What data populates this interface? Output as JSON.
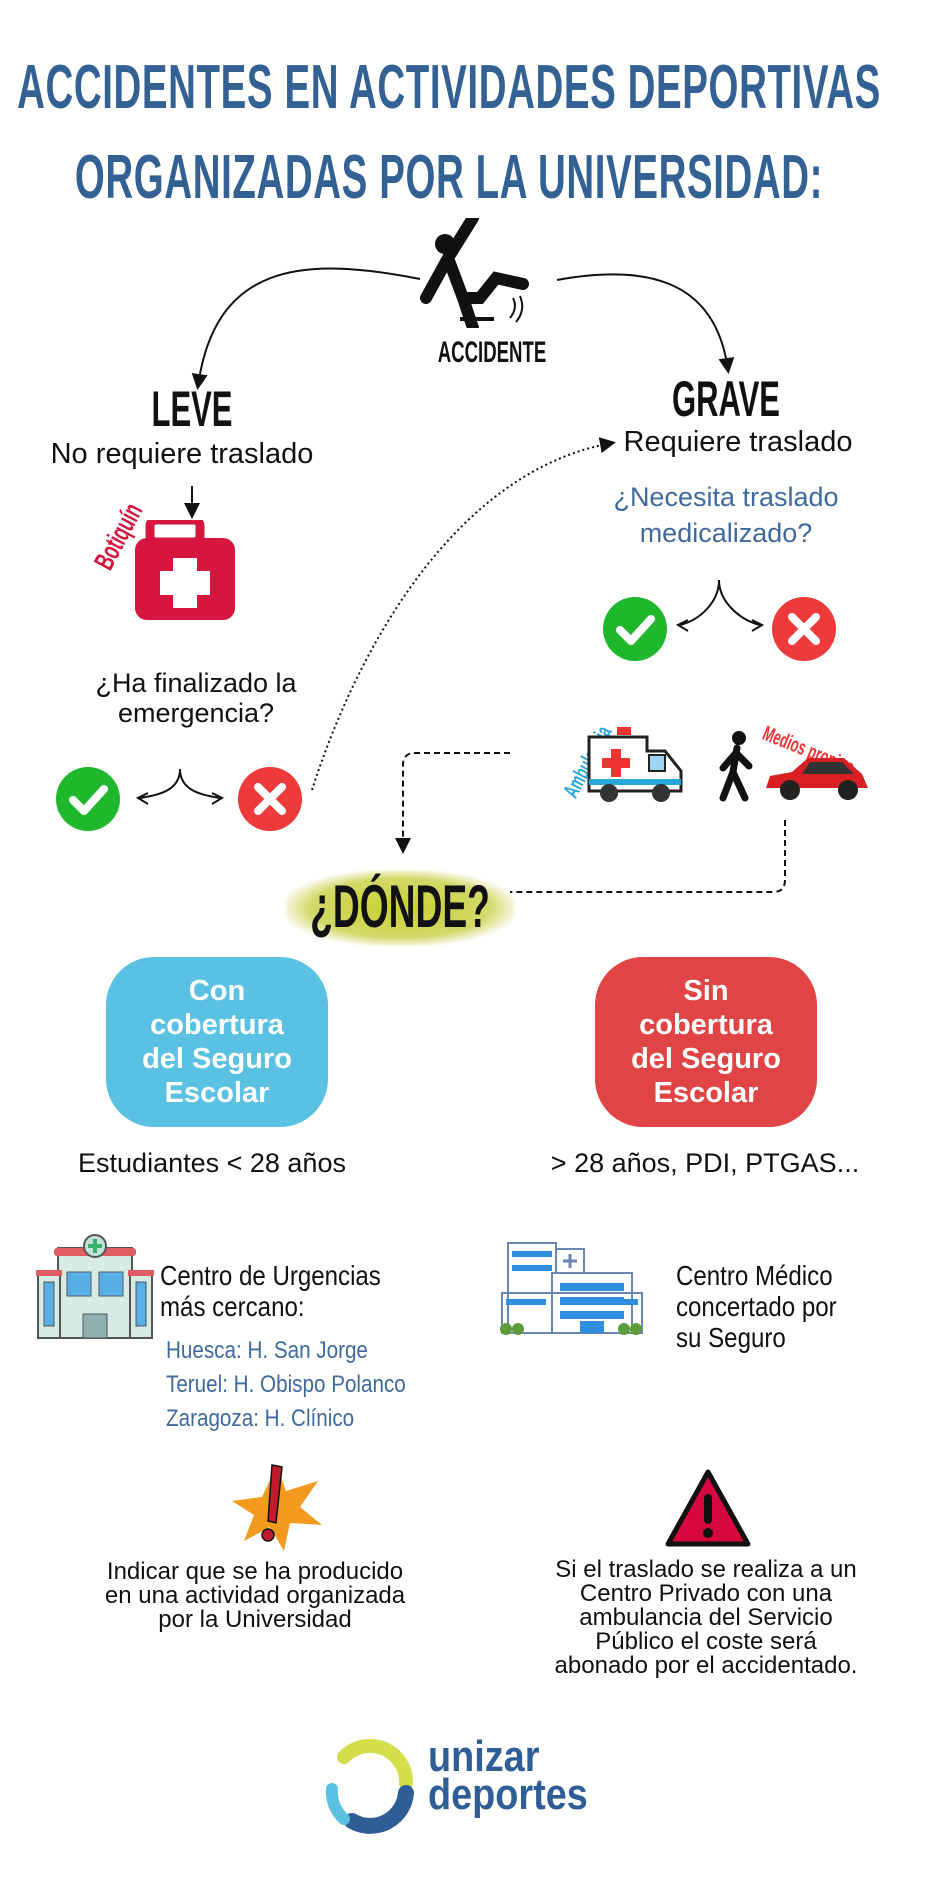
{
  "title": {
    "line1": "ACCIDENTES EN ACTIVIDADES DEPORTIVAS",
    "line2": "ORGANIZADAS POR LA UNIVERSIDAD:"
  },
  "accident": {
    "label": "ACCIDENTE",
    "icon": "falling-person-icon"
  },
  "leve": {
    "title": "LEVE",
    "subtitle": "No requiere traslado",
    "kit_label": "Botiquín",
    "question_line1": "¿Ha finalizado la",
    "question_line2": "emergencia?"
  },
  "grave": {
    "title": "GRAVE",
    "subtitle": "Requiere traslado",
    "question_line1": "¿Necesita traslado",
    "question_line2": "medicalizado?",
    "ambulance_label": "Ambulancia",
    "own_means_label": "Medios propios"
  },
  "where": {
    "label": "¿DÓNDE?"
  },
  "with_insurance": {
    "label_lines": [
      "Con",
      "cobertura",
      "del Seguro",
      "Escolar"
    ],
    "who": "Estudiantes < 28 años",
    "center_line1": "Centro de Urgencias",
    "center_line2": "más cercano:",
    "hospitals": [
      "Huesca: H. San Jorge",
      "Teruel: H. Obispo Polanco",
      "Zaragoza: H. Clínico"
    ],
    "note_lines": [
      "Indicar que se ha producido",
      "en una actividad organizada",
      "por la Universidad"
    ]
  },
  "without_insurance": {
    "label_lines": [
      "Sin",
      "cobertura",
      "del Seguro",
      "Escolar"
    ],
    "who": "> 28 años, PDI, PTGAS...",
    "center_lines": [
      "Centro Médico",
      "concertado por",
      "su Seguro"
    ],
    "note_lines": [
      "Si el traslado se realiza a un",
      "Centro Privado con una",
      "ambulancia del Servicio",
      "Público el coste será",
      "abonado por el accidentado."
    ]
  },
  "logo": {
    "line1": "unizar",
    "line2": "deportes"
  },
  "colors": {
    "title_blue": "#336194",
    "con_box": "#5bc1e3",
    "sin_box": "#e04444",
    "check_green": "#1fb82d",
    "cross_red": "#ee3a3a",
    "kit_red": "#d6163e"
  }
}
